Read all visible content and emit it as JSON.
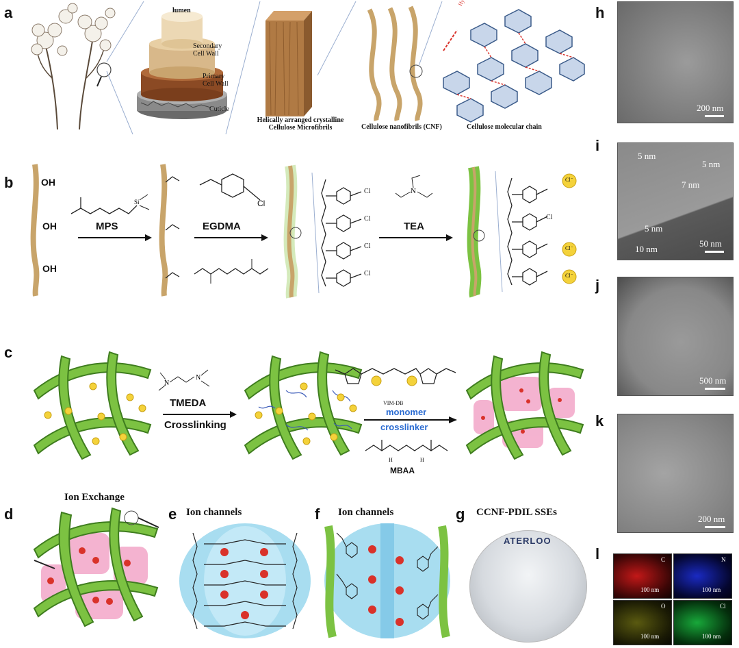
{
  "panels": {
    "a": "a",
    "b": "b",
    "c": "c",
    "d": "d",
    "e": "e",
    "f": "f",
    "g": "g",
    "h": "h",
    "i": "i",
    "j": "j",
    "k": "k",
    "l": "l"
  },
  "a": {
    "lumen": "lumen",
    "secondary": "Secondary\nCell Wall",
    "primary": "Primary\nCell Wall",
    "cuticle": "Cuticle",
    "microfibrils": "Helically arranged crystalline\nCellulose Microfibrils",
    "cnf": "Cellulose nanofibrils (CNF)",
    "chain": "Cellulose molecular chain",
    "hbond": "Hydrogen bond"
  },
  "b": {
    "oh": "OH",
    "mps": "MPS",
    "egdma": "EGDMA",
    "tea": "TEA",
    "cl": "Cl",
    "clion": "Cl⁻"
  },
  "c": {
    "tmeda": "TMEDA",
    "crosslinking": "Crosslinking",
    "vim": "VIM-DB",
    "monomer": "monomer",
    "crosslinker": "crosslinker",
    "mbaa": "MBAA"
  },
  "d": {
    "title": "Ion Exchange"
  },
  "e": {
    "title": "Ion channels"
  },
  "f": {
    "title": "Ion channels"
  },
  "g": {
    "title": "CCNF-PDIL SSEs",
    "brand": "ATERLOO"
  },
  "h": {
    "scale": "200 nm"
  },
  "i": {
    "scale": "50 nm",
    "d1": "5 nm",
    "d2": "5 nm",
    "d3": "7 nm",
    "d4": "5 nm",
    "d5": "10 nm"
  },
  "j": {
    "scale": "500 nm"
  },
  "k": {
    "scale": "200 nm"
  },
  "l": {
    "c": "C",
    "n": "N",
    "o": "O",
    "cl": "Cl",
    "scale": "100 nm"
  },
  "colors": {
    "fiber": "#c8a46a",
    "green": "#7cc242",
    "darkgreen": "#3f7d1f",
    "pink": "#f3a6c8",
    "red": "#d9322a",
    "cyan": "#a8ddf0"
  }
}
